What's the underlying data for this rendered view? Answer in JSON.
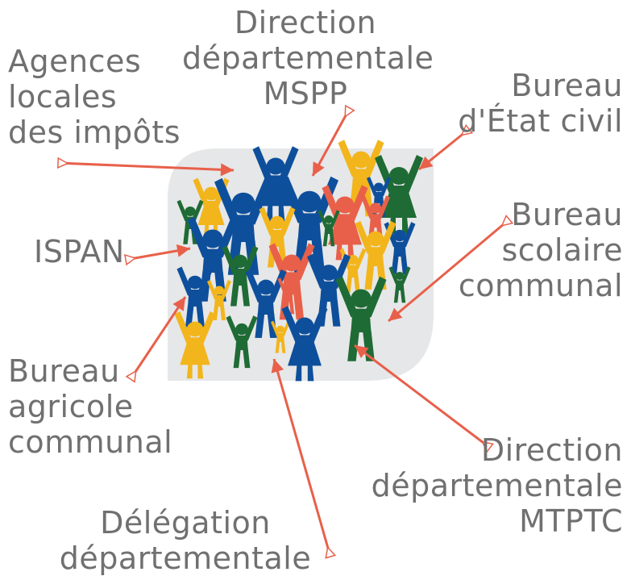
{
  "labels": {
    "agences": {
      "lines": [
        "Agences",
        "locales",
        "des impôts"
      ]
    },
    "mspp": {
      "lines": [
        "Direction",
        "départementale",
        "MSPP"
      ]
    },
    "etat_civil": {
      "lines": [
        "Bureau",
        "d'État civil"
      ]
    },
    "ispan": {
      "lines": [
        "ISPAN"
      ]
    },
    "scolaire": {
      "lines": [
        "Bureau",
        "scolaire",
        "communal"
      ]
    },
    "agricole": {
      "lines": [
        "Bureau",
        "agricole",
        "communal"
      ]
    },
    "mtptc": {
      "lines": [
        "Direction",
        "départementale",
        "MTPTC"
      ]
    },
    "delegation": {
      "lines": [
        "Délégation",
        "départementale"
      ]
    }
  },
  "colors": {
    "arrow": "#e8604a",
    "panel": "#e6e7e8",
    "blue": "#0e4f9c",
    "green": "#1f6b35",
    "yellow": "#f2b51c",
    "red": "#e8604a",
    "text": "#707070"
  }
}
